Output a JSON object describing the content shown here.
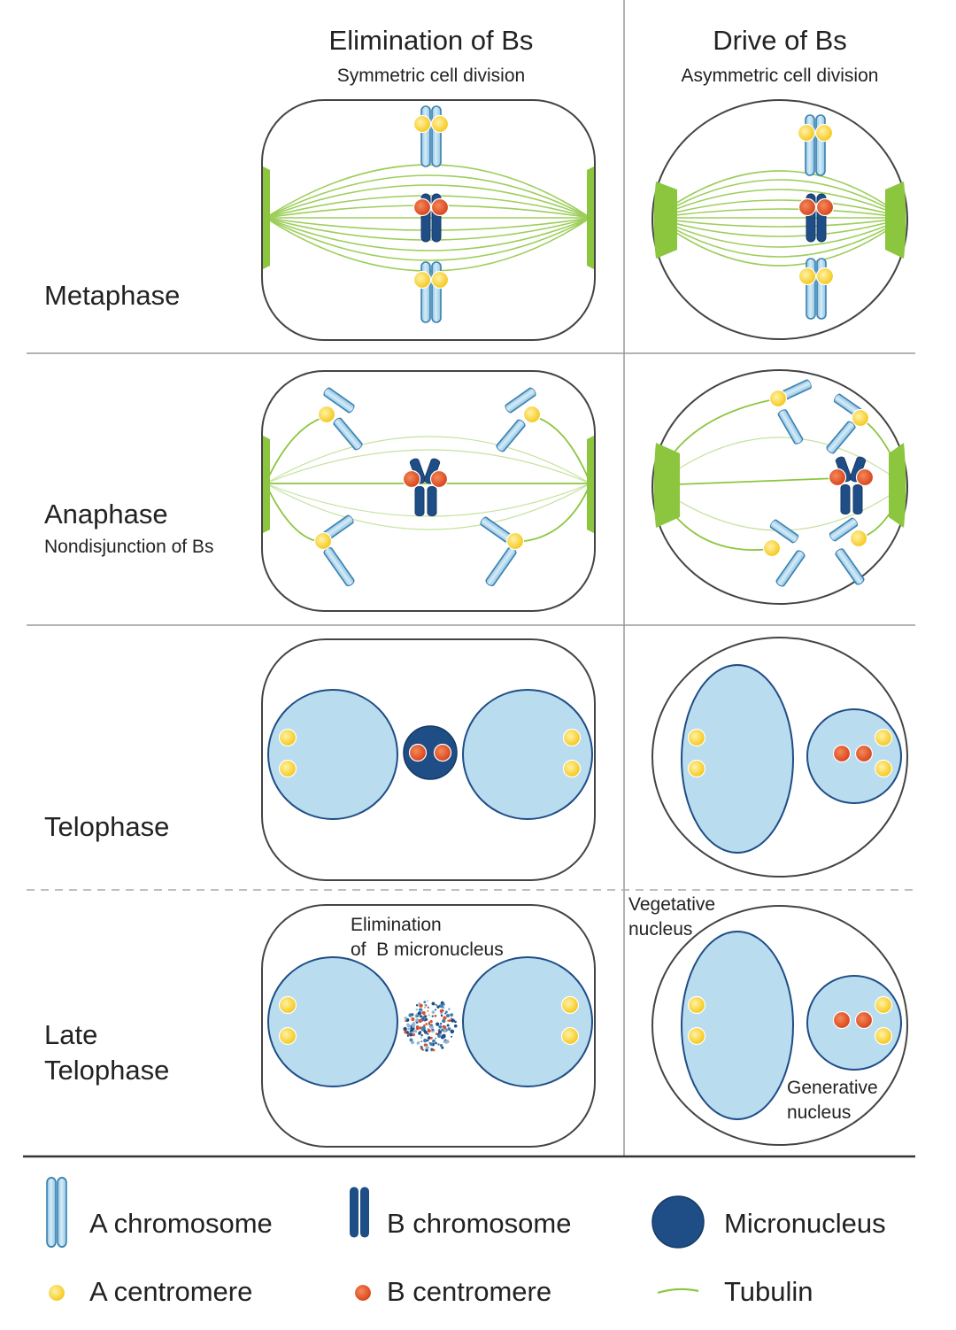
{
  "columns": {
    "elimination": {
      "title": "Elimination of Bs",
      "subtitle": "Symmetric cell division"
    },
    "drive": {
      "title": "Drive of Bs",
      "subtitle": "Asymmetric cell division"
    }
  },
  "rows": {
    "metaphase": {
      "label": "Metaphase"
    },
    "anaphase": {
      "label": "Anaphase",
      "sublabel": "Nondisjunction of  Bs"
    },
    "telophase": {
      "label": "Telophase"
    },
    "late_telophase": {
      "label_line1": "Late",
      "label_line2": "Telophase"
    }
  },
  "annotations": {
    "elimination_micronucleus": "Elimination\nof  B micronucleus",
    "vegetative_nucleus": "Vegetative\nnucleus",
    "generative_nucleus": "Generative\nnucleus"
  },
  "legend": {
    "a_chromosome": "A chromosome",
    "b_chromosome": "B chromosome",
    "micronucleus": "Micronucleus",
    "a_centromere": "A centromere",
    "b_centromere": "B centromere",
    "tubulin": "Tubulin"
  },
  "colors": {
    "a_chromosome": "#b9dcef",
    "a_chromosome_edge": "#3a80b0",
    "b_chromosome": "#1f4d86",
    "a_centromere": "#f7d22a",
    "b_centromere": "#e0502a",
    "micronucleus": "#1f4d86",
    "nucleus": "#b9dcef",
    "tubulin": "#8cc63f"
  },
  "icons": [
    "a-chromosome-icon",
    "b-chromosome-icon",
    "micronucleus-icon",
    "a-centromere-icon",
    "b-centromere-icon",
    "tubulin-icon"
  ]
}
